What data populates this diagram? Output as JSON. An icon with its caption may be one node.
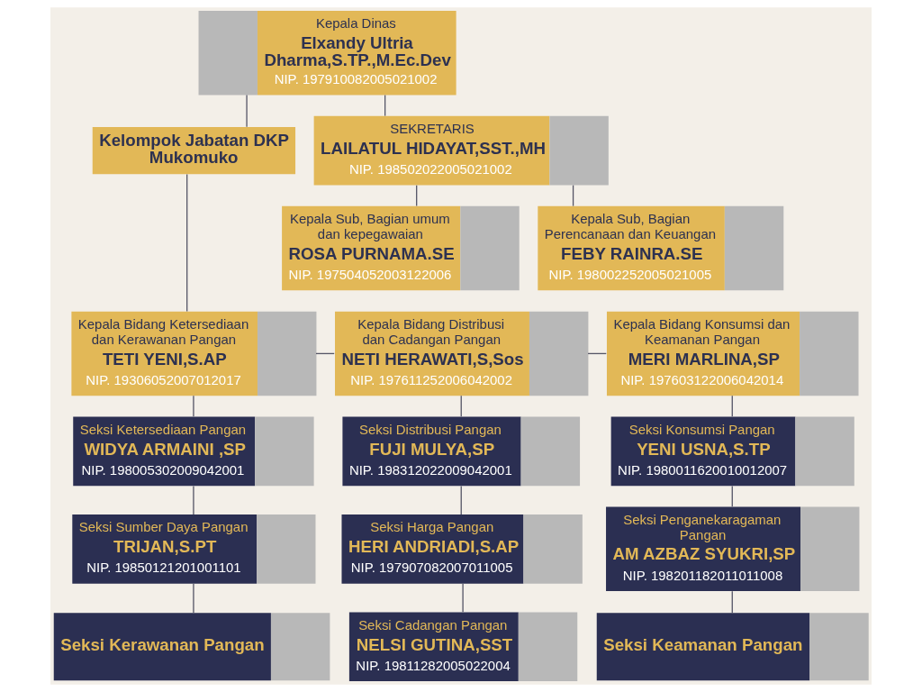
{
  "diagram": {
    "nodes": [
      {
        "text": [
          "Kepala Dinas",
          "Elxandy Ultria Dharma,S.TP.,M.Ec.Dev",
          "NIP. 197910082005021002"
        ]
      },
      {
        "text": [
          "Kelompok Jabatan DKP Mukomuko"
        ]
      },
      {
        "text": [
          "SEKRETARIS",
          "LAILATUL HIDAYAT,SST.,MH",
          "NIP. 198502022005021002"
        ]
      },
      {
        "text": [
          "Kepala Sub, Bagian umum dan kepegawaian",
          "ROSA PURNAMA.SE",
          "NIP. 197504052003122006"
        ]
      },
      {
        "text": [
          "Kepala Sub, Bagian Perencanaan dan Keuangan",
          "FEBY RAINRA.SE",
          "NIP. 198002252005021005"
        ]
      },
      {
        "text": [
          "Kepala Bidang Ketersediaan dan Kerawanan Pangan",
          "TETI YENI,S.AP",
          "NIP. 19306052007012017"
        ]
      },
      {
        "text": [
          "Kepala Bidang Distribusi dan Cadangan Pangan",
          "NETI HERAWATI,S,Sos",
          "NIP. 197611252006042002"
        ]
      },
      {
        "text": [
          "Kepala Bidang Konsumsi dan Keamanan Pangan",
          "MERI MARLINA,SP",
          "NIP. 197603122006042014"
        ]
      },
      {
        "text": [
          "Seksi Ketersediaan Pangan",
          "WIDYA ARMAINI ,SP",
          "NIP. 198005302009042001"
        ]
      },
      {
        "text": [
          "Seksi Sumber Daya Pangan",
          "TRIJAN,S.PT",
          "NIP. 19850121201001101"
        ]
      },
      {
        "text": [
          "Seksi Kerawanan Pangan"
        ]
      },
      {
        "text": [
          "Seksi Distribusi Pangan",
          "FUJI MULYA,SP",
          "NIP. 198312022009042001"
        ]
      },
      {
        "text": [
          "Seksi Harga Pangan",
          "HERI ANDRIADI,S.AP",
          "NIP. 197907082007011005"
        ]
      },
      {
        "text": [
          "Seksi Cadangan Pangan",
          "NELSI GUTINA,SST",
          "NIP. 19811282005022004"
        ]
      },
      {
        "text": [
          "Seksi Konsumsi Pangan",
          "YENI USNA,S.TP",
          "NIP. 1980011620010012007"
        ]
      },
      {
        "text": [
          "Seksi Penganekaragaman Pangan",
          "AM AZBAZ SYUKRI,SP",
          "NIP. 198201182011011008"
        ]
      },
      {
        "text": [
          "Seksi Keamanan Pangan"
        ]
      }
    ],
    "edges": [
      {
        "from": 0,
        "to": 1,
        "arrow": "none"
      },
      {
        "from": 0,
        "to": 2,
        "arrow": "none"
      },
      {
        "from": 2,
        "to": 3,
        "arrow": "none"
      },
      {
        "from": 2,
        "to": 4,
        "arrow": "none"
      },
      {
        "from": 1,
        "to": 5,
        "arrow": "none"
      },
      {
        "from": 5,
        "to": 6,
        "arrow": "none"
      },
      {
        "from": 6,
        "to": 7,
        "arrow": "none"
      },
      {
        "from": 5,
        "to": 8,
        "arrow": "none"
      },
      {
        "from": 8,
        "to": 9,
        "arrow": "none"
      },
      {
        "from": 9,
        "to": 10,
        "arrow": "none"
      },
      {
        "from": 6,
        "to": 11,
        "arrow": "none"
      },
      {
        "from": 11,
        "to": 12,
        "arrow": "none"
      },
      {
        "from": 12,
        "to": 13,
        "arrow": "none"
      },
      {
        "from": 7,
        "to": 14,
        "arrow": "none"
      },
      {
        "from": 14,
        "to": 15,
        "arrow": "none"
      },
      {
        "from": 15,
        "to": 16,
        "arrow": "none"
      }
    ]
  }
}
